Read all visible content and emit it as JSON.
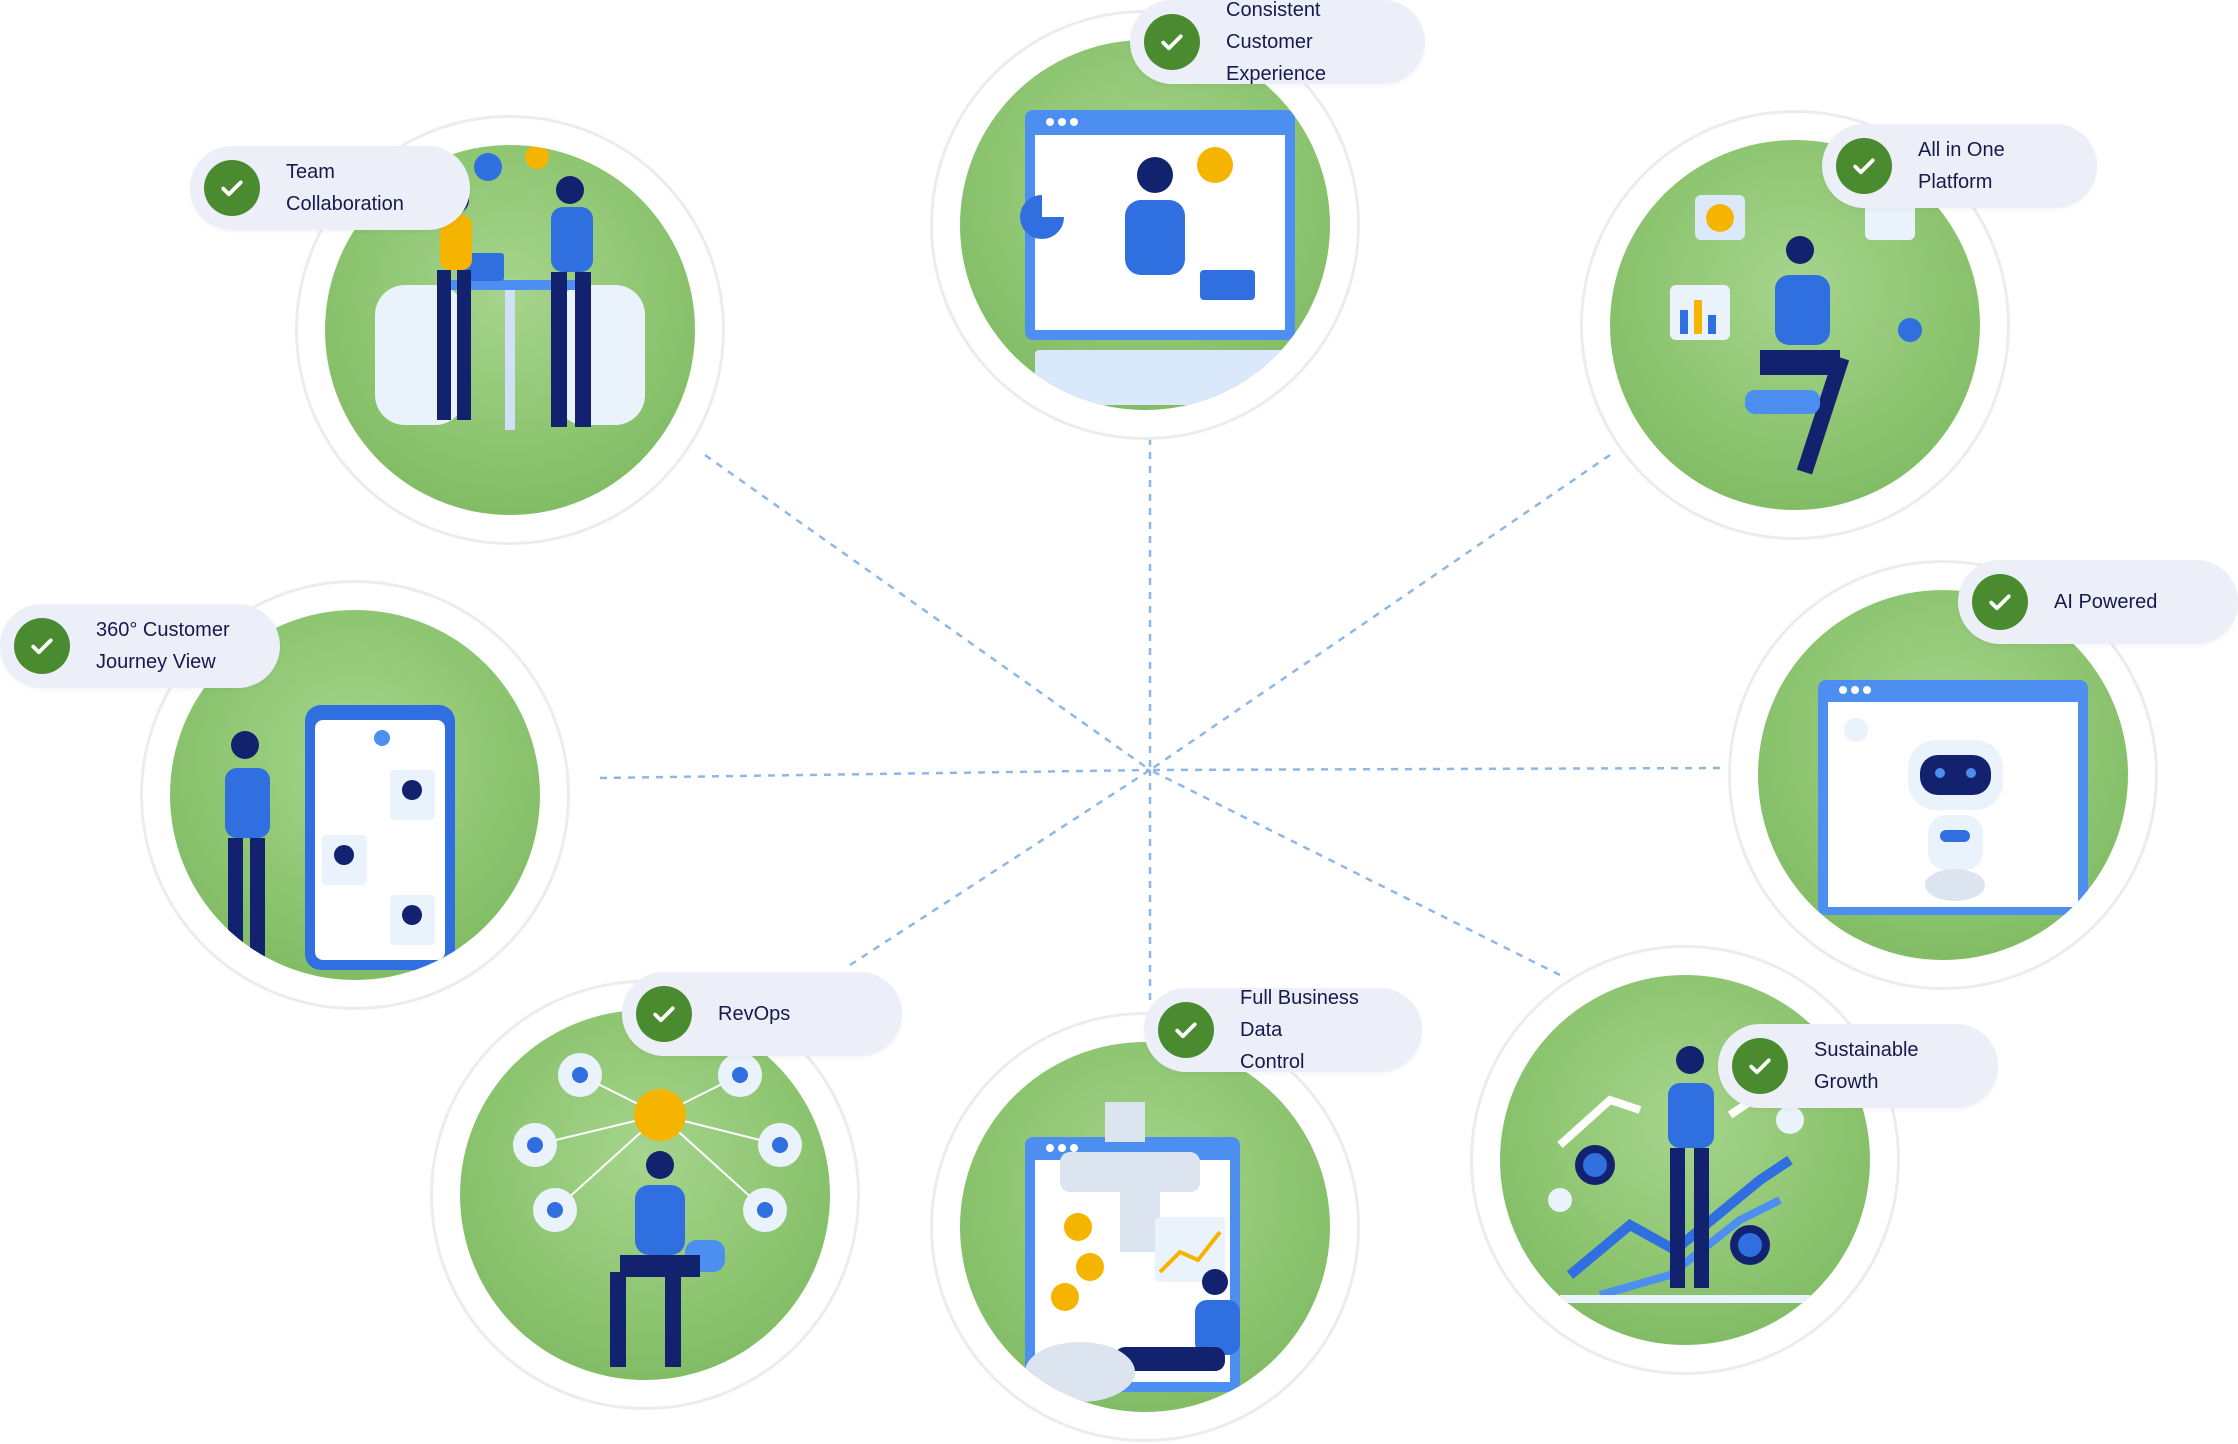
{
  "colors": {
    "disc": "#8cc46f",
    "pill_bg": "#eceef8",
    "check_bg": "#4b8b2f",
    "label_text": "#151b4a",
    "connector": "#8fb7e6",
    "figure_blue": "#2f6fe0",
    "figure_navy": "#13226e",
    "accent_yellow": "#f5b400"
  },
  "icons": {
    "check": "check-icon"
  },
  "features": [
    {
      "id": "team-collaboration",
      "label": "Team\nCollaboration",
      "illustration": "two-people-meeting"
    },
    {
      "id": "consistent-customer-experience",
      "label": "Consistent Customer\nExperience",
      "illustration": "video-call-monitor"
    },
    {
      "id": "all-in-one-platform",
      "label": "All in One Platform",
      "illustration": "multitasking-person"
    },
    {
      "id": "360-customer-journey-view",
      "label": "360° Customer\nJourney View",
      "illustration": "person-with-phone"
    },
    {
      "id": "ai-powered",
      "label": "AI Powered",
      "illustration": "robot-on-screen"
    },
    {
      "id": "revops",
      "label": "RevOps",
      "illustration": "thinking-person-network"
    },
    {
      "id": "full-business-data-control",
      "label": "Full Business Data\nControl",
      "illustration": "data-tap-money"
    },
    {
      "id": "sustainable-growth",
      "label": "Sustainable Growth",
      "illustration": "growth-arrows"
    }
  ]
}
